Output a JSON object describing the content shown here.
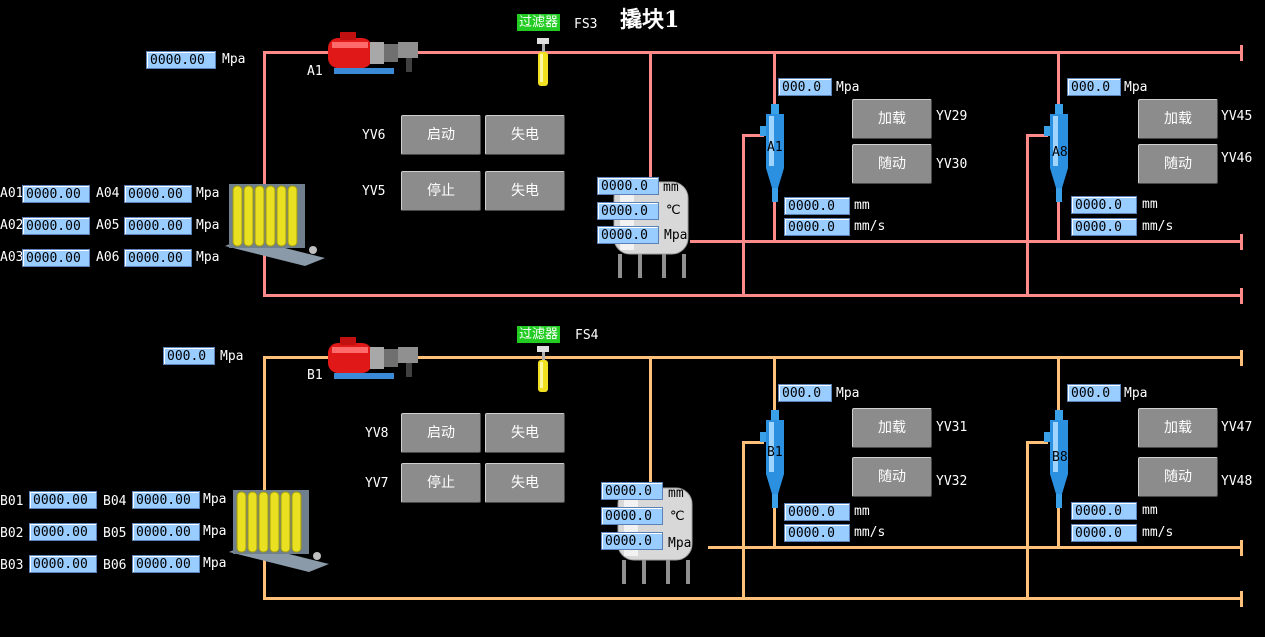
{
  "title": "撬块1",
  "colors": {
    "pipe_top": "#ff8a8a",
    "pipe_bottom": "#ffc07a",
    "value_box": "#99ccff",
    "button": "#8c8c8c",
    "filter_tag": "#22cc22"
  },
  "top": {
    "pressure_main": "0000.00",
    "pressure_unit": "Mpa",
    "pump_label": "A1",
    "filter_tag": "过滤器",
    "filter_id": "FS3",
    "tank_labels": [
      "A01",
      "A02",
      "A03",
      "A04",
      "A05",
      "A06"
    ],
    "tank_values": [
      "0000.00",
      "0000.00",
      "0000.00",
      "0000.00",
      "0000.00",
      "0000.00"
    ],
    "tank_units": [
      "Mpa",
      "Mpa",
      "Mpa"
    ],
    "valve_row1": "YV6",
    "valve_row2": "YV5",
    "btn_start": "启动",
    "btn_stop": "停止",
    "btn_power_off_1": "失电",
    "btn_power_off_2": "失电",
    "vessel_values": [
      "0000.0",
      "0000.0",
      "0000.0"
    ],
    "vessel_units": [
      "mm",
      "℃",
      "Mpa"
    ],
    "units": [
      {
        "label": "A1",
        "pressure": "000.0",
        "pressure_unit": "Mpa",
        "btn_load": "加载",
        "btn_follow": "随动",
        "valve_load": "YV29",
        "valve_follow": "YV30",
        "disp": "0000.0",
        "disp_unit": "mm",
        "speed": "0000.0",
        "speed_unit": "mm/s"
      },
      {
        "label": "A8",
        "pressure": "000.0",
        "pressure_unit": "Mpa",
        "btn_load": "加载",
        "btn_follow": "随动",
        "valve_load": "YV45",
        "valve_follow": "YV46",
        "disp": "0000.0",
        "disp_unit": "mm",
        "speed": "0000.0",
        "speed_unit": "mm/s"
      }
    ]
  },
  "bottom": {
    "pressure_main": "000.0",
    "pressure_unit": "Mpa",
    "pump_label": "B1",
    "filter_tag": "过滤器",
    "filter_id": "FS4",
    "tank_labels": [
      "B01",
      "B02",
      "B03",
      "B04",
      "B05",
      "B06"
    ],
    "tank_values": [
      "0000.00",
      "0000.00",
      "0000.00",
      "0000.00",
      "0000.00",
      "0000.00"
    ],
    "tank_units": [
      "Mpa",
      "Mpa",
      "Mpa"
    ],
    "valve_row1": "YV8",
    "valve_row2": "YV7",
    "btn_start": "启动",
    "btn_stop": "停止",
    "btn_power_off_1": "失电",
    "btn_power_off_2": "失电",
    "vessel_values": [
      "0000.0",
      "0000.0",
      "0000.0"
    ],
    "vessel_units": [
      "mm",
      "℃",
      "Mpa"
    ],
    "units": [
      {
        "label": "B1",
        "pressure": "000.0",
        "pressure_unit": "Mpa",
        "btn_load": "加载",
        "btn_follow": "随动",
        "valve_load": "YV31",
        "valve_follow": "YV32",
        "disp": "0000.0",
        "disp_unit": "mm",
        "speed": "0000.0",
        "speed_unit": "mm/s"
      },
      {
        "label": "B8",
        "pressure": "000.0",
        "pressure_unit": "Mpa",
        "btn_load": "加载",
        "btn_follow": "随动",
        "valve_load": "YV47",
        "valve_follow": "YV48",
        "disp": "0000.0",
        "disp_unit": "mm",
        "speed": "0000.0",
        "speed_unit": "mm/s"
      }
    ]
  }
}
